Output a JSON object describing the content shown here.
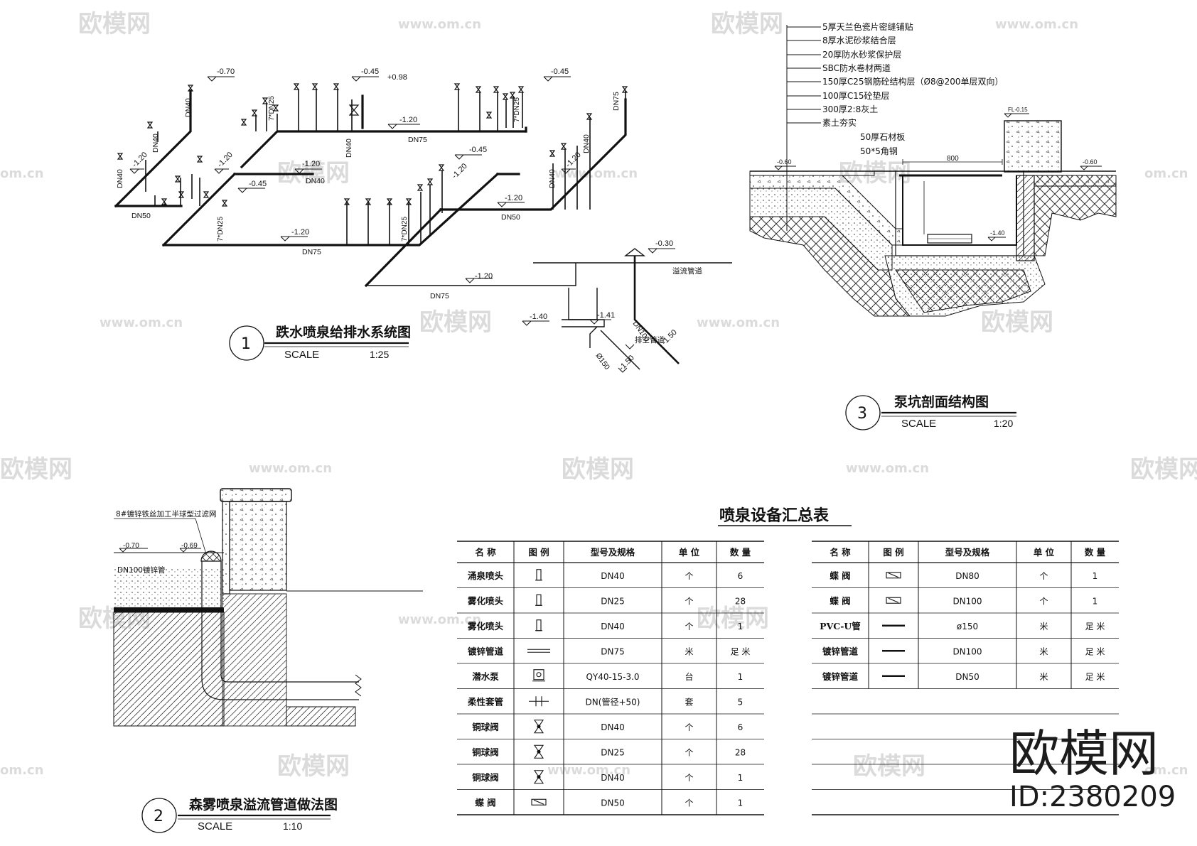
{
  "watermarks": {
    "brand": "欧模网",
    "site": "www.om.cn",
    "domain_short": "om.cn"
  },
  "drawing1": {
    "number": "1",
    "title": "跌水喷泉给排水系统图",
    "scale_label": "SCALE",
    "scale_value": "1:25",
    "levels": [
      "-0.70",
      "-0.45",
      "+0.98",
      "-0.45",
      "-1.20",
      "-1.20",
      "-1.20",
      "-0.45",
      "-1.20",
      "-0.45",
      "-1.20",
      "-1.20",
      "-1.20",
      "-1.20",
      "-1.40",
      "-1.41",
      "-0.30",
      "-1.50",
      "-1.50"
    ],
    "pipe_labels": [
      "DN40",
      "DN40",
      "DN40",
      "DN75",
      "DN40",
      "DN40",
      "DN40",
      "DN40",
      "DN50",
      "DN75",
      "DN75",
      "DN50",
      "DN75",
      "DN100",
      "Ø150"
    ],
    "spec_labels": [
      "7*DN25",
      "7*DN25",
      "7*DN25",
      "7*DN25"
    ],
    "notes": [
      "溢流管道",
      "排空管道"
    ]
  },
  "drawing2": {
    "number": "2",
    "title": "森雾喷泉溢流管道做法图",
    "scale_label": "SCALE",
    "scale_value": "1:10",
    "notes": [
      "8#镀锌铁丝加工半球型过滤网",
      "DN100镀锌管"
    ],
    "levels": [
      "-0.70",
      "-0.69"
    ]
  },
  "drawing3": {
    "number": "3",
    "title": "泵坑剖面结构图",
    "scale_label": "SCALE",
    "scale_value": "1:20",
    "layers": [
      "5厚天兰色瓷片密缝铺贴",
      "8厚水泥砂浆结合层",
      "20厚防水砂浆保护层",
      "SBC防水卷材两道",
      "150厚C25钢筋砼结构层（Ø8@200单层双向）",
      "100厚C15砼垫层",
      "300厚2:8灰土",
      "素土夯实"
    ],
    "notes": [
      "50厚石材板",
      "50*5角钢"
    ],
    "dims": [
      "800",
      "-0.60",
      "-0.60",
      "FL-0.15",
      "-1.40"
    ]
  },
  "table": {
    "title": "喷泉设备汇总表",
    "headers": [
      "名 称",
      "图 例",
      "型号及规格",
      "单 位",
      "数 量"
    ],
    "left_rows": [
      {
        "name": "涌泉喷头",
        "icon": "nozzle-icon",
        "spec": "DN40",
        "unit": "个",
        "qty": "6"
      },
      {
        "name": "雾化喷头",
        "icon": "nozzle-icon",
        "spec": "DN25",
        "unit": "个",
        "qty": "28"
      },
      {
        "name": "雾化喷头",
        "icon": "nozzle-icon",
        "spec": "DN40",
        "unit": "个",
        "qty": "1"
      },
      {
        "name": "镀锌管道",
        "icon": "double-line-icon",
        "spec": "DN75",
        "unit": "米",
        "qty": "足 米"
      },
      {
        "name": "潜水泵",
        "icon": "pump-icon",
        "spec": "QY40-15-3.0",
        "unit": "台",
        "qty": "1"
      },
      {
        "name": "柔性套管",
        "icon": "sleeve-icon",
        "spec": "DN(管径+50)",
        "unit": "套",
        "qty": "5"
      },
      {
        "name": "铜球阀",
        "icon": "ball-valve-icon",
        "spec": "DN40",
        "unit": "个",
        "qty": "6"
      },
      {
        "name": "铜球阀",
        "icon": "ball-valve-icon",
        "spec": "DN25",
        "unit": "个",
        "qty": "28"
      },
      {
        "name": "铜球阀",
        "icon": "ball-valve-icon",
        "spec": "DN40",
        "unit": "个",
        "qty": "1"
      },
      {
        "name": "蝶 阀",
        "icon": "butterfly-valve-icon",
        "spec": "DN50",
        "unit": "个",
        "qty": "1"
      }
    ],
    "right_rows": [
      {
        "name": "蝶 阀",
        "icon": "butterfly-valve-icon",
        "spec": "DN80",
        "unit": "个",
        "qty": "1"
      },
      {
        "name": "蝶 阀",
        "icon": "butterfly-valve-icon",
        "spec": "DN100",
        "unit": "个",
        "qty": "1"
      },
      {
        "name": "PVC-U管",
        "icon": "pipe-line-icon",
        "spec": "ø150",
        "unit": "米",
        "qty": "足 米"
      },
      {
        "name": "镀锌管道",
        "icon": "pipe-line-icon",
        "spec": "DN100",
        "unit": "米",
        "qty": "足 米"
      },
      {
        "name": "镀锌管道",
        "icon": "pipe-line-icon",
        "spec": "DN50",
        "unit": "米",
        "qty": "足 米"
      }
    ]
  },
  "brand_block": {
    "logo": "欧模网",
    "id_text": "ID:2380209"
  }
}
